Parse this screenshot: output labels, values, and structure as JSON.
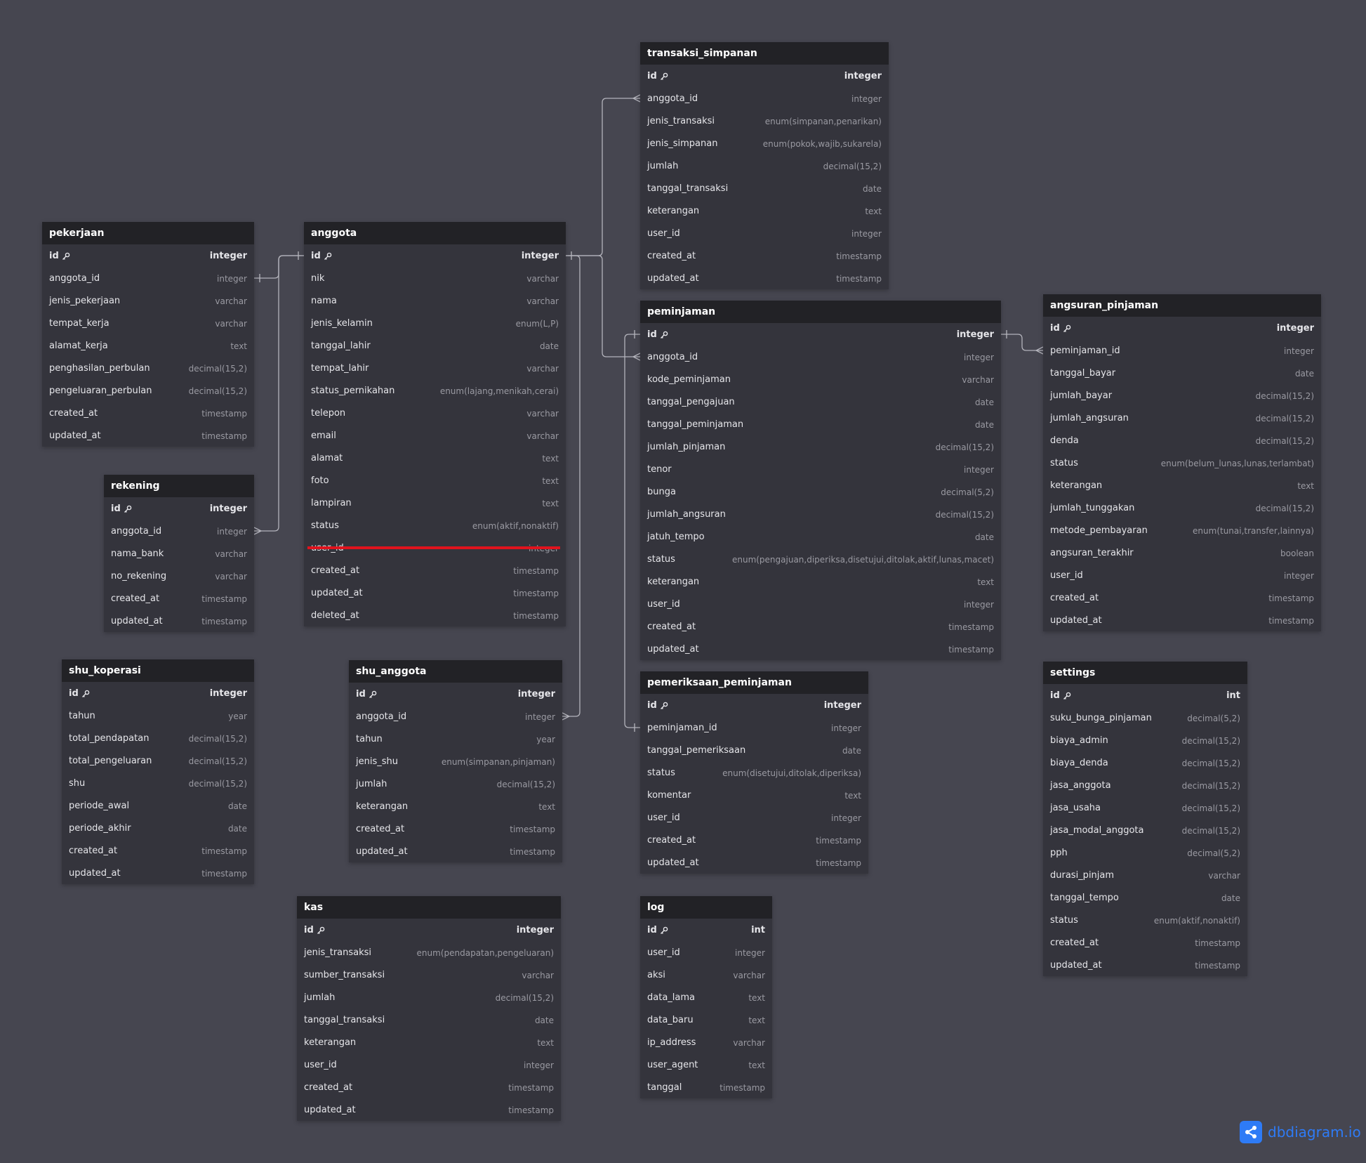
{
  "tables": [
    {
      "name": "transaksi_simpanan",
      "fields": [
        {
          "name": "id",
          "type": "integer",
          "pk": true
        },
        {
          "name": "anggota_id",
          "type": "integer"
        },
        {
          "name": "jenis_transaksi",
          "type": "enum(simpanan,penarikan)"
        },
        {
          "name": "jenis_simpanan",
          "type": "enum(pokok,wajib,sukarela)"
        },
        {
          "name": "jumlah",
          "type": "decimal(15,2)"
        },
        {
          "name": "tanggal_transaksi",
          "type": "date"
        },
        {
          "name": "keterangan",
          "type": "text"
        },
        {
          "name": "user_id",
          "type": "integer"
        },
        {
          "name": "created_at",
          "type": "timestamp"
        },
        {
          "name": "updated_at",
          "type": "timestamp"
        }
      ]
    },
    {
      "name": "pekerjaan",
      "fields": [
        {
          "name": "id",
          "type": "integer",
          "pk": true
        },
        {
          "name": "anggota_id",
          "type": "integer"
        },
        {
          "name": "jenis_pekerjaan",
          "type": "varchar"
        },
        {
          "name": "tempat_kerja",
          "type": "varchar"
        },
        {
          "name": "alamat_kerja",
          "type": "text"
        },
        {
          "name": "penghasilan_perbulan",
          "type": "decimal(15,2)"
        },
        {
          "name": "pengeluaran_perbulan",
          "type": "decimal(15,2)"
        },
        {
          "name": "created_at",
          "type": "timestamp"
        },
        {
          "name": "updated_at",
          "type": "timestamp"
        }
      ]
    },
    {
      "name": "anggota",
      "fields": [
        {
          "name": "id",
          "type": "integer",
          "pk": true
        },
        {
          "name": "nik",
          "type": "varchar"
        },
        {
          "name": "nama",
          "type": "varchar"
        },
        {
          "name": "jenis_kelamin",
          "type": "enum(L,P)"
        },
        {
          "name": "tanggal_lahir",
          "type": "date"
        },
        {
          "name": "tempat_lahir",
          "type": "varchar"
        },
        {
          "name": "status_pernikahan",
          "type": "enum(lajang,menikah,cerai)"
        },
        {
          "name": "telepon",
          "type": "varchar"
        },
        {
          "name": "email",
          "type": "varchar"
        },
        {
          "name": "alamat",
          "type": "text"
        },
        {
          "name": "foto",
          "type": "text"
        },
        {
          "name": "lampiran",
          "type": "text"
        },
        {
          "name": "status",
          "type": "enum(aktif,nonaktif)"
        },
        {
          "name": "user_id",
          "type": "integer",
          "struck": true
        },
        {
          "name": "created_at",
          "type": "timestamp"
        },
        {
          "name": "updated_at",
          "type": "timestamp"
        },
        {
          "name": "deleted_at",
          "type": "timestamp"
        }
      ]
    },
    {
      "name": "peminjaman",
      "fields": [
        {
          "name": "id",
          "type": "integer",
          "pk": true
        },
        {
          "name": "anggota_id",
          "type": "integer"
        },
        {
          "name": "kode_peminjaman",
          "type": "varchar"
        },
        {
          "name": "tanggal_pengajuan",
          "type": "date"
        },
        {
          "name": "tanggal_peminjaman",
          "type": "date"
        },
        {
          "name": "jumlah_pinjaman",
          "type": "decimal(15,2)"
        },
        {
          "name": "tenor",
          "type": "integer"
        },
        {
          "name": "bunga",
          "type": "decimal(5,2)"
        },
        {
          "name": "jumlah_angsuran",
          "type": "decimal(15,2)"
        },
        {
          "name": "jatuh_tempo",
          "type": "date"
        },
        {
          "name": "status",
          "type": "enum(pengajuan,diperiksa,disetujui,ditolak,aktif,lunas,macet)"
        },
        {
          "name": "keterangan",
          "type": "text"
        },
        {
          "name": "user_id",
          "type": "integer"
        },
        {
          "name": "created_at",
          "type": "timestamp"
        },
        {
          "name": "updated_at",
          "type": "timestamp"
        }
      ]
    },
    {
      "name": "angsuran_pinjaman",
      "fields": [
        {
          "name": "id",
          "type": "integer",
          "pk": true
        },
        {
          "name": "peminjaman_id",
          "type": "integer"
        },
        {
          "name": "tanggal_bayar",
          "type": "date"
        },
        {
          "name": "jumlah_bayar",
          "type": "decimal(15,2)"
        },
        {
          "name": "jumlah_angsuran",
          "type": "decimal(15,2)"
        },
        {
          "name": "denda",
          "type": "decimal(15,2)"
        },
        {
          "name": "status",
          "type": "enum(belum_lunas,lunas,terlambat)"
        },
        {
          "name": "keterangan",
          "type": "text"
        },
        {
          "name": "jumlah_tunggakan",
          "type": "decimal(15,2)"
        },
        {
          "name": "metode_pembayaran",
          "type": "enum(tunai,transfer,lainnya)"
        },
        {
          "name": "angsuran_terakhir",
          "type": "boolean"
        },
        {
          "name": "user_id",
          "type": "integer"
        },
        {
          "name": "created_at",
          "type": "timestamp"
        },
        {
          "name": "updated_at",
          "type": "timestamp"
        }
      ]
    },
    {
      "name": "rekening",
      "fields": [
        {
          "name": "id",
          "type": "integer",
          "pk": true
        },
        {
          "name": "anggota_id",
          "type": "integer"
        },
        {
          "name": "nama_bank",
          "type": "varchar"
        },
        {
          "name": "no_rekening",
          "type": "varchar"
        },
        {
          "name": "created_at",
          "type": "timestamp"
        },
        {
          "name": "updated_at",
          "type": "timestamp"
        }
      ]
    },
    {
      "name": "shu_koperasi",
      "fields": [
        {
          "name": "id",
          "type": "integer",
          "pk": true
        },
        {
          "name": "tahun",
          "type": "year"
        },
        {
          "name": "total_pendapatan",
          "type": "decimal(15,2)"
        },
        {
          "name": "total_pengeluaran",
          "type": "decimal(15,2)"
        },
        {
          "name": "shu",
          "type": "decimal(15,2)"
        },
        {
          "name": "periode_awal",
          "type": "date"
        },
        {
          "name": "periode_akhir",
          "type": "date"
        },
        {
          "name": "created_at",
          "type": "timestamp"
        },
        {
          "name": "updated_at",
          "type": "timestamp"
        }
      ]
    },
    {
      "name": "shu_anggota",
      "fields": [
        {
          "name": "id",
          "type": "integer",
          "pk": true
        },
        {
          "name": "anggota_id",
          "type": "integer"
        },
        {
          "name": "tahun",
          "type": "year"
        },
        {
          "name": "jenis_shu",
          "type": "enum(simpanan,pinjaman)"
        },
        {
          "name": "jumlah",
          "type": "decimal(15,2)"
        },
        {
          "name": "keterangan",
          "type": "text"
        },
        {
          "name": "created_at",
          "type": "timestamp"
        },
        {
          "name": "updated_at",
          "type": "timestamp"
        }
      ]
    },
    {
      "name": "pemeriksaan_peminjaman",
      "fields": [
        {
          "name": "id",
          "type": "integer",
          "pk": true
        },
        {
          "name": "peminjaman_id",
          "type": "integer"
        },
        {
          "name": "tanggal_pemeriksaan",
          "type": "date"
        },
        {
          "name": "status",
          "type": "enum(disetujui,ditolak,diperiksa)"
        },
        {
          "name": "komentar",
          "type": "text"
        },
        {
          "name": "user_id",
          "type": "integer"
        },
        {
          "name": "created_at",
          "type": "timestamp"
        },
        {
          "name": "updated_at",
          "type": "timestamp"
        }
      ]
    },
    {
      "name": "settings",
      "fields": [
        {
          "name": "id",
          "type": "int",
          "pk": true
        },
        {
          "name": "suku_bunga_pinjaman",
          "type": "decimal(5,2)"
        },
        {
          "name": "biaya_admin",
          "type": "decimal(15,2)"
        },
        {
          "name": "biaya_denda",
          "type": "decimal(15,2)"
        },
        {
          "name": "jasa_anggota",
          "type": "decimal(15,2)"
        },
        {
          "name": "jasa_usaha",
          "type": "decimal(15,2)"
        },
        {
          "name": "jasa_modal_anggota",
          "type": "decimal(15,2)"
        },
        {
          "name": "pph",
          "type": "decimal(5,2)"
        },
        {
          "name": "durasi_pinjam",
          "type": "varchar"
        },
        {
          "name": "tanggal_tempo",
          "type": "date"
        },
        {
          "name": "status",
          "type": "enum(aktif,nonaktif)"
        },
        {
          "name": "created_at",
          "type": "timestamp"
        },
        {
          "name": "updated_at",
          "type": "timestamp"
        }
      ]
    },
    {
      "name": "kas",
      "fields": [
        {
          "name": "id",
          "type": "integer",
          "pk": true
        },
        {
          "name": "jenis_transaksi",
          "type": "enum(pendapatan,pengeluaran)"
        },
        {
          "name": "sumber_transaksi",
          "type": "varchar"
        },
        {
          "name": "jumlah",
          "type": "decimal(15,2)"
        },
        {
          "name": "tanggal_transaksi",
          "type": "date"
        },
        {
          "name": "keterangan",
          "type": "text"
        },
        {
          "name": "user_id",
          "type": "integer"
        },
        {
          "name": "created_at",
          "type": "timestamp"
        },
        {
          "name": "updated_at",
          "type": "timestamp"
        }
      ]
    },
    {
      "name": "log",
      "fields": [
        {
          "name": "id",
          "type": "int",
          "pk": true
        },
        {
          "name": "user_id",
          "type": "integer"
        },
        {
          "name": "aksi",
          "type": "varchar"
        },
        {
          "name": "data_lama",
          "type": "text"
        },
        {
          "name": "data_baru",
          "type": "text"
        },
        {
          "name": "ip_address",
          "type": "varchar"
        },
        {
          "name": "user_agent",
          "type": "text"
        },
        {
          "name": "tanggal",
          "type": "timestamp"
        }
      ]
    }
  ],
  "relationships": [
    {
      "from": "pekerjaan.anggota_id",
      "to": "anggota.id",
      "type": "one-to-one"
    },
    {
      "from": "rekening.anggota_id",
      "to": "anggota.id",
      "type": "many-to-one"
    },
    {
      "from": "transaksi_simpanan.anggota_id",
      "to": "anggota.id",
      "type": "many-to-one"
    },
    {
      "from": "peminjaman.anggota_id",
      "to": "anggota.id",
      "type": "many-to-one"
    },
    {
      "from": "shu_anggota.anggota_id",
      "to": "anggota.id",
      "type": "many-to-one"
    },
    {
      "from": "angsuran_pinjaman.peminjaman_id",
      "to": "peminjaman.id",
      "type": "many-to-one"
    },
    {
      "from": "pemeriksaan_peminjaman.peminjaman_id",
      "to": "peminjaman.id",
      "type": "one-to-one"
    }
  ],
  "brand": {
    "text": "dbdiagram.io",
    "color": "#2e7bf6"
  },
  "colors": {
    "background": "#464650",
    "table_body": "#34343c",
    "table_header": "#222226",
    "connector": "#b4b4bc",
    "strike": "#e0131d"
  }
}
